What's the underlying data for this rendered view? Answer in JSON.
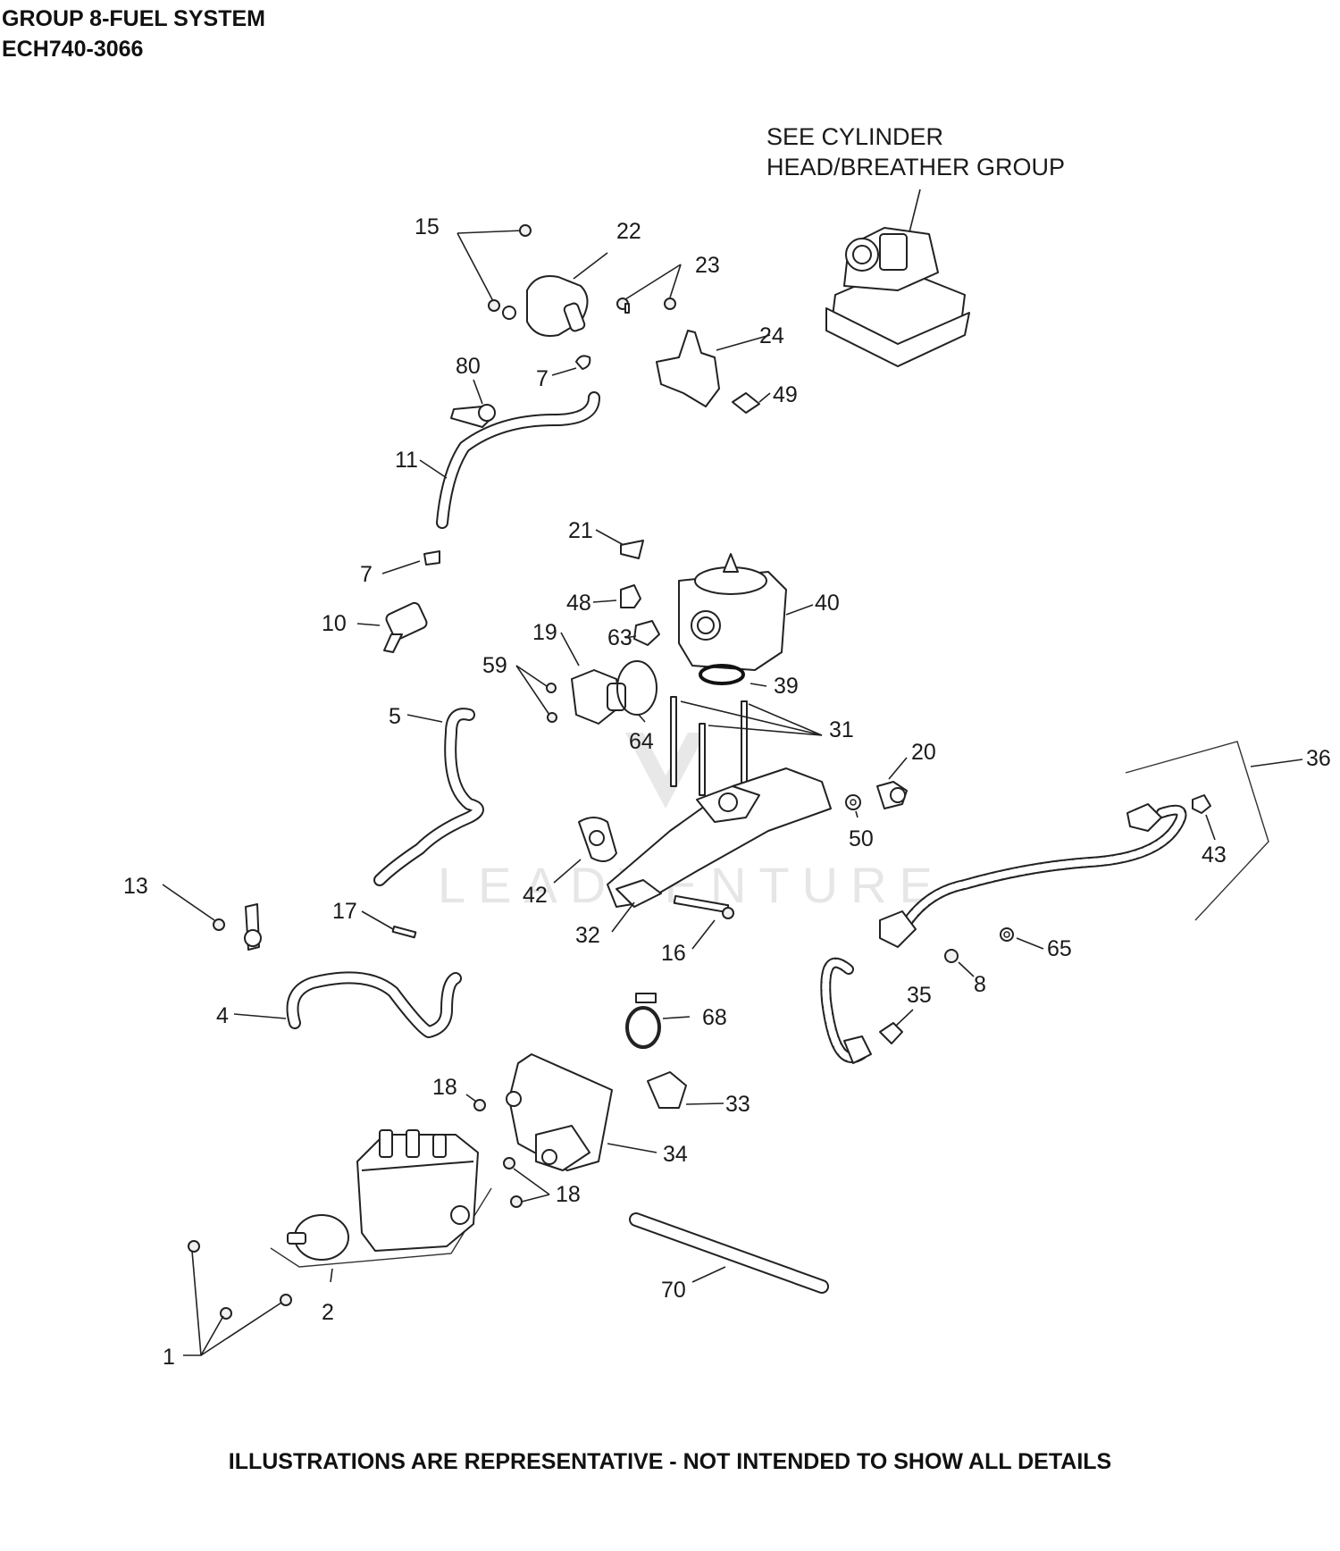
{
  "header": {
    "title_line1": "GROUP 8-FUEL SYSTEM",
    "title_line2": "ECH740-3066"
  },
  "note": {
    "line1": "SEE CYLINDER",
    "line2": "HEAD/BREATHER GROUP"
  },
  "watermark": "LEADVENTURE",
  "footer": "ILLUSTRATIONS ARE REPRESENTATIVE - NOT INTENDED TO SHOW ALL DETAILS",
  "callouts": {
    "c15": "15",
    "c22": "22",
    "c23": "23",
    "c24": "24",
    "c80": "80",
    "c7a": "7",
    "c49": "49",
    "c11": "11",
    "c21": "21",
    "c7b": "7",
    "c48": "48",
    "c40": "40",
    "c10": "10",
    "c19": "19",
    "c63": "63",
    "c59": "59",
    "c39": "39",
    "c5": "5",
    "c64": "64",
    "c31": "31",
    "c20": "20",
    "c36": "36",
    "c50": "50",
    "c43": "43",
    "c42": "42",
    "c13": "13",
    "c17": "17",
    "c32": "32",
    "c16": "16",
    "c65": "65",
    "c8": "8",
    "c4": "4",
    "c35": "35",
    "c68": "68",
    "c18a": "18",
    "c33": "33",
    "c34": "34",
    "c18b": "18",
    "c2": "2",
    "c70": "70",
    "c1": "1"
  }
}
